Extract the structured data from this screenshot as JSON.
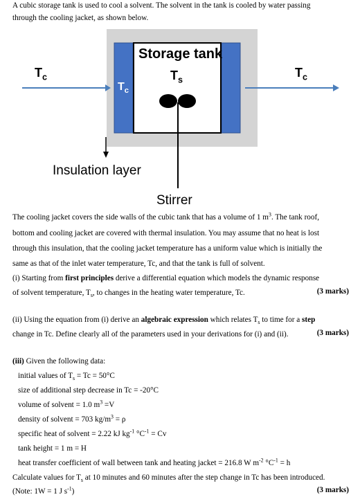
{
  "intro": {
    "line1": "A cubic storage tank is used to cool a solvent. The solvent in the tank is cooled by water passing",
    "line2": "through the cooling jacket, as shown below."
  },
  "diagram": {
    "storage_tank_label": "Storage tank",
    "ts_label": "T",
    "ts_sub": "s",
    "tc_left_label": "T",
    "tc_left_sub": "c",
    "tc_inner_label": "T",
    "tc_inner_sub": "c",
    "tc_right_label": "T",
    "tc_right_sub": "c",
    "insulation_label": "Insulation layer",
    "stirrer_label": "Stirrer",
    "colors": {
      "insulation": "#d4d4d4",
      "jacket": "#4472c4",
      "arrow": "#4a7ebb",
      "tank": "#ffffff"
    }
  },
  "body": {
    "p1_l1": "The cooling jacket covers the side walls of the cubic tank that has a volume of 1 m",
    "p1_l1_sup": "3",
    "p1_l1_end": ". The tank roof,",
    "p1_l2": "bottom and cooling jacket are covered with thermal insulation. You may assume that no heat is lost",
    "p1_l3": "through this insulation, that the cooling jacket temperature has a uniform value which is initially the",
    "p1_l4": "same as that of the inlet water temperature, Tc, and that the tank is full of solvent.",
    "q1_pre": "(i) Starting from ",
    "q1_bold": "first principles",
    "q1_post": " derive a differential equation which models the dynamic response",
    "q1_l2": "of solvent temperature, T",
    "q1_l2_sub": "s",
    "q1_l2_end": ", to changes in the heating water temperature, Tc.",
    "q1_marks": "(3 marks)",
    "q2_pre": "(ii) Using the equation from (i) derive an ",
    "q2_bold": "algebraic expression",
    "q2_mid": " which relates T",
    "q2_sub": "s",
    "q2_mid2": " to time for a ",
    "q2_bold2": "step",
    "q2_l2": "change in Tc. Define clearly all of the parameters used in your derivations for (i) and (ii).",
    "q2_marks": "(3 marks)",
    "q3_title": "(iii)",
    "q3_title_rest": " Given the following data:",
    "data1": "initial values of T",
    "data1_sub": "s",
    "data1_mid": " = Tc = 50°C",
    "data2": "size of additional step decrease in Tc = -20°C",
    "data3": "volume of solvent = 1.0 m",
    "data3_sup": "3",
    "data3_end": " =V",
    "data4": "density of solvent = 703 kg/m",
    "data4_sup": "3",
    "data4_end": " = ρ",
    "data5": "specific heat of solvent = 2.22 kJ kg",
    "data5_sup1": "-1",
    "data5_mid": " °C",
    "data5_sup2": "-1",
    "data5_end": " = Cv",
    "data6": "tank height = 1 m = H",
    "data7": "heat transfer coefficient of wall between tank and heating jacket = 216.8 W m",
    "data7_sup1": "-2",
    "data7_mid": " °C",
    "data7_sup2": "-1",
    "data7_end": " = h",
    "calc": "Calculate values for T",
    "calc_sub": "s",
    "calc_end": " at 10 minutes and 60 minutes after the step change in Tc has been introduced.",
    "note": "(Note: 1W = 1 J s",
    "note_sup": "-1",
    "note_end": ")",
    "q3_marks": "(3 marks)"
  }
}
